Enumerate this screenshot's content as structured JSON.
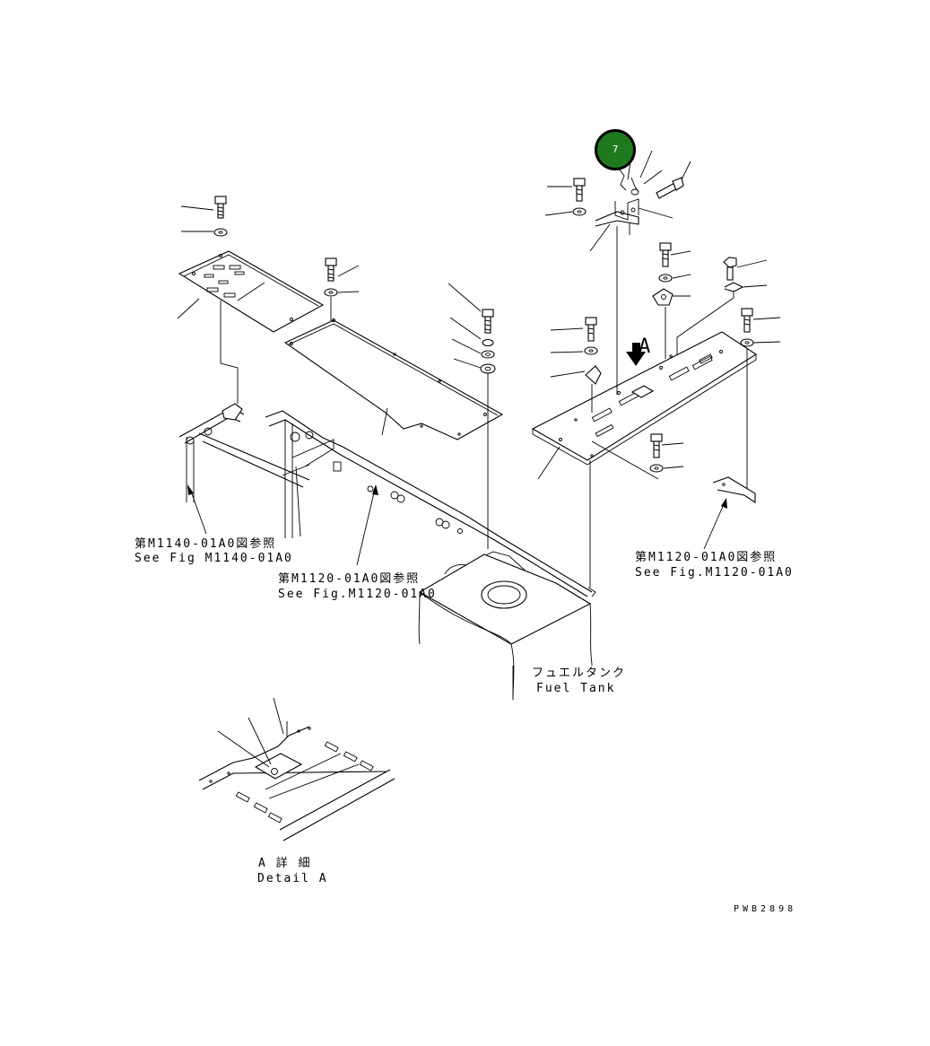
{
  "callout": {
    "number": "7"
  },
  "labels": {
    "ref_left_jp": "第M1140-01A0図参照",
    "ref_left_en": "See Fig M1140-01A0",
    "ref_center_jp": "第M1120-01A0図参照",
    "ref_center_en": "See Fig.M1120-01A0",
    "ref_right_jp": "第M1120-01A0図参照",
    "ref_right_en": "See Fig.M1120-01A0",
    "fuel_tank_jp": "フュエルタンク",
    "fuel_tank_en": "Fuel Tank",
    "view_arrow": "A",
    "detail_jp": "A 詳 細",
    "detail_en": "Detail A",
    "drawing_no": "PWB2898"
  },
  "colors": {
    "callout_fill": "#1f7a1f",
    "line": "#000000"
  }
}
